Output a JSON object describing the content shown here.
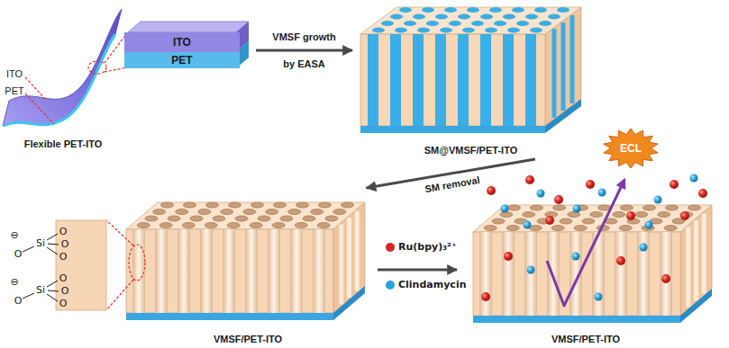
{
  "diagram": {
    "nodes": [
      {
        "text": [
          "Flexible PET-ITO"
        ]
      },
      {
        "text": [
          "ITO",
          "PET"
        ]
      },
      {
        "text": [
          "SM@VMSF/PET-ITO"
        ]
      },
      {
        "text": [
          "VMSF/PET-ITO"
        ]
      },
      {
        "text": [
          "VMSF/PET-ITO"
        ]
      },
      {
        "text": [
          "ECL"
        ],
        "in": 4
      }
    ],
    "edges": [
      {
        "from": 1,
        "to": 2,
        "arrow": "to",
        "label": "VMSF growth by EASA"
      },
      {
        "from": 2,
        "to": 3,
        "arrow": "to",
        "label": "SM removal"
      },
      {
        "from": 3,
        "to": 4,
        "arrow": "to"
      }
    ],
    "labels": [
      "ITO",
      "PET",
      "⊖",
      "O",
      "Si",
      "O",
      "O",
      "O",
      "⊖",
      "O",
      "Si",
      "O",
      "O",
      "O"
    ],
    "legend": [
      {
        "text": "Ru(bpy)₃²⁺",
        "color": "#d7261e"
      },
      {
        "text": "Clindamycin",
        "color": "#29a3dc"
      }
    ]
  }
}
